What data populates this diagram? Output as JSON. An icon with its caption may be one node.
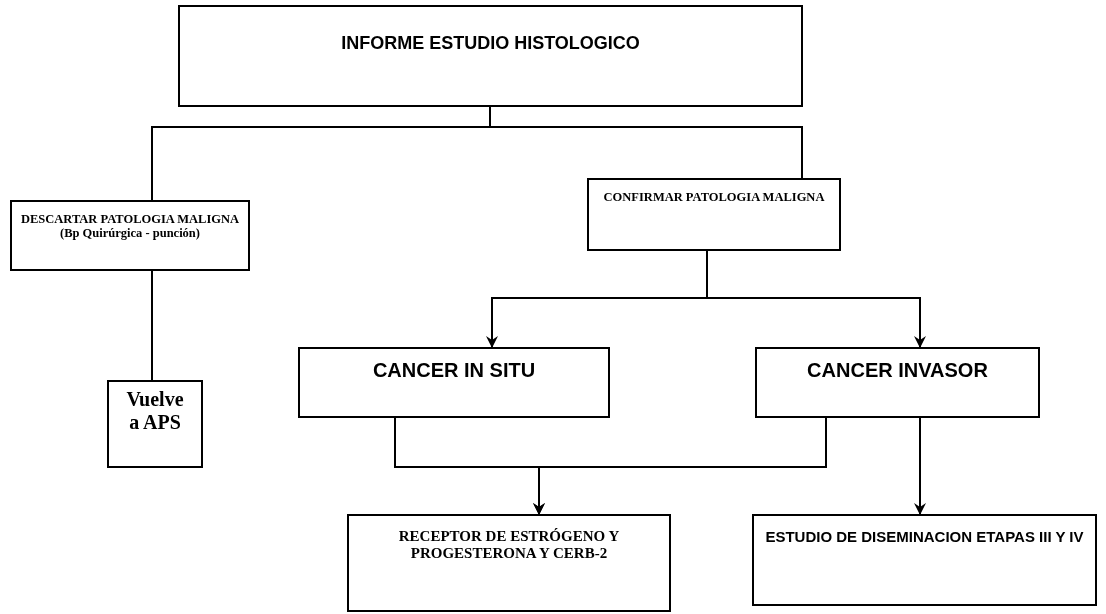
{
  "diagram": {
    "nodes": [
      {
        "text": [
          "INFORME ESTUDIO HISTOLOGICO"
        ]
      },
      {
        "text": [
          "DESCARTAR PATOLOGIA MALIGNA",
          "(Bp Quirúrgica - punción)"
        ]
      },
      {
        "text": [
          "CONFIRMAR PATOLOGIA MALIGNA"
        ]
      },
      {
        "text": [
          "Vuelve a APS"
        ]
      },
      {
        "text": [
          "CANCER IN SITU"
        ]
      },
      {
        "text": [
          "CANCER INVASOR"
        ]
      },
      {
        "text": [
          "RECEPTOR DE ESTRÓGENO Y PROGESTERONA Y CERB-2"
        ]
      },
      {
        "text": [
          "ESTUDIO DE DISEMINACION ETAPAS III Y IV"
        ]
      }
    ],
    "edges": [
      {
        "from": 0,
        "to": 1,
        "arrow": "none"
      },
      {
        "from": 0,
        "to": 2,
        "arrow": "none"
      },
      {
        "from": 1,
        "to": 3,
        "arrow": "none"
      },
      {
        "from": 2,
        "to": 4,
        "arrow": "to"
      },
      {
        "from": 2,
        "to": 5,
        "arrow": "to"
      },
      {
        "from": 4,
        "to": 6,
        "arrow": "to"
      },
      {
        "from": 5,
        "to": 6,
        "arrow": "to"
      },
      {
        "from": 5,
        "to": 7,
        "arrow": "to"
      }
    ]
  }
}
